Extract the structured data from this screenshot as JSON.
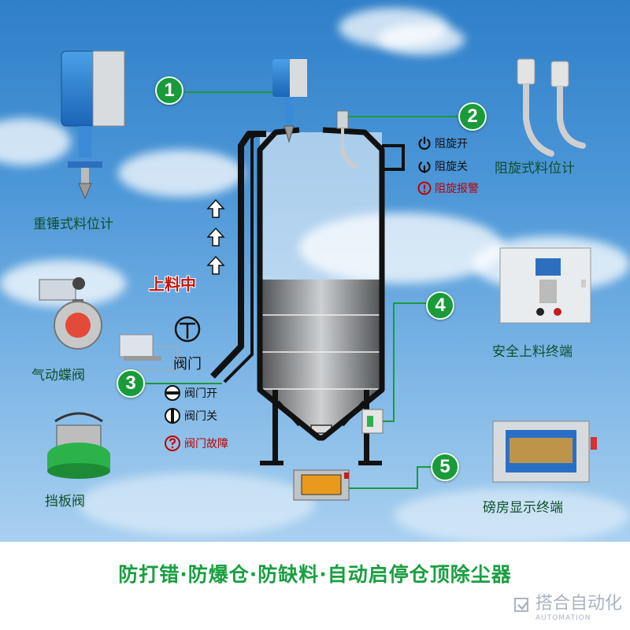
{
  "markers": [
    "1",
    "2",
    "3",
    "4",
    "5"
  ],
  "devices": {
    "heavy_hammer": "重锤式料位计",
    "rotary_level": "阻旋式料位计",
    "pneumatic_butterfly": "气动蝶阀",
    "baffle_valve": "挡板阀",
    "safe_feed_terminal": "安全上料终端",
    "weighroom_terminal": "磅房显示终端"
  },
  "rotary_status": {
    "on": "阻旋开",
    "off": "阻旋关",
    "alarm": "阻旋报警"
  },
  "valve_status": {
    "title": "阀门",
    "open": "阀门开",
    "close": "阀门关",
    "fault": "阀门故障"
  },
  "feeding_label": "上料中",
  "slogan": "防打错·防爆仓·防缺料·自动启停仓顶除尘器",
  "brand": {
    "name": "搭合自动化",
    "en": "AUTOMATION"
  },
  "colors": {
    "green": "#1a9a3a",
    "alarm_red": "#c00000",
    "slogan_green": "#18a040"
  }
}
